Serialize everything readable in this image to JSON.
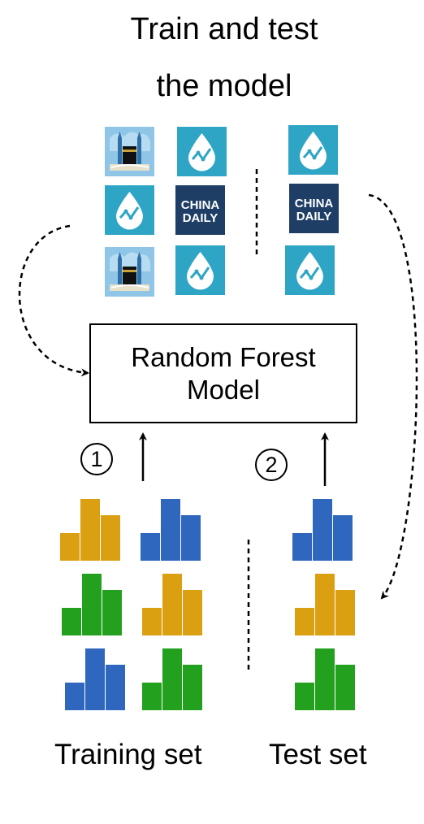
{
  "title": {
    "line1": "Train and test",
    "line2": "the model"
  },
  "model_box": {
    "line1": "Random Forest",
    "line2": "Model"
  },
  "steps": {
    "train": "1",
    "test": "2"
  },
  "labels": {
    "training_set": "Training set",
    "test_set": "Test set"
  },
  "logos": {
    "china_daily_line1": "CHINA",
    "china_daily_line2": "DAILY"
  },
  "colors": {
    "orange": "#DBA011",
    "blue": "#2F67BE",
    "green": "#22A01E",
    "water_tile": "#2FA5C6",
    "china_daily_tile": "#1E3E66"
  },
  "training_tiles": [
    "mecca-kaaba-icon",
    "water-drop-chart-icon",
    "water-drop-chart-icon",
    "china-daily-logo",
    "mecca-kaaba-icon",
    "water-drop-chart-icon"
  ],
  "test_tiles": [
    "water-drop-chart-icon",
    "china-daily-logo",
    "water-drop-chart-icon"
  ],
  "training_bar_groups": [
    "orange",
    "blue",
    "green",
    "orange",
    "blue",
    "green"
  ],
  "test_bar_groups": [
    "blue",
    "orange",
    "green"
  ]
}
